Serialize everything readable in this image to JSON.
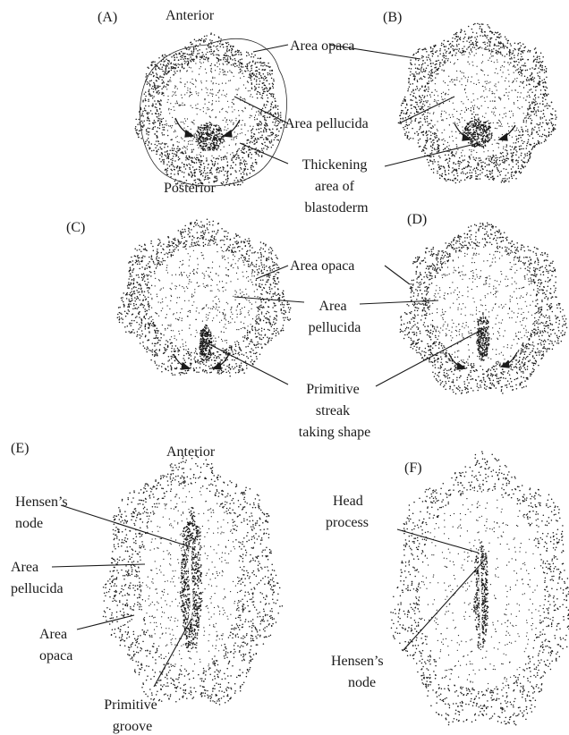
{
  "colors": {
    "ink": "#1a1a1a",
    "paper": "#ffffff"
  },
  "panels": {
    "a": {
      "letter": "(A)",
      "anterior": "Anterior",
      "posterior": "Posterior",
      "area_opaca": "Area opaca",
      "area_pellucida": "Area pellucida",
      "thickening": [
        "Thickening",
        "area of",
        "blastoderm"
      ]
    },
    "b": {
      "letter": "(B)"
    },
    "c": {
      "letter": "(C)",
      "area_opaca": "Area opaca",
      "area_pellucida": [
        "Area",
        "pellucida"
      ],
      "primitive_streak": [
        "Primitive",
        "streak",
        "taking shape"
      ]
    },
    "d": {
      "letter": "(D)"
    },
    "e": {
      "letter": "(E)",
      "anterior": "Anterior",
      "hensens_node": [
        "Hensen’s",
        "node"
      ],
      "area_pellucida": [
        "Area",
        "pellucida"
      ],
      "area_opaca": [
        "Area",
        "opaca"
      ],
      "primitive_groove": [
        "Primitive",
        "groove"
      ]
    },
    "f": {
      "letter": "(F)",
      "head_process": [
        "Head",
        "process"
      ],
      "hensens_node": [
        "Hensen’s",
        "node"
      ]
    }
  }
}
